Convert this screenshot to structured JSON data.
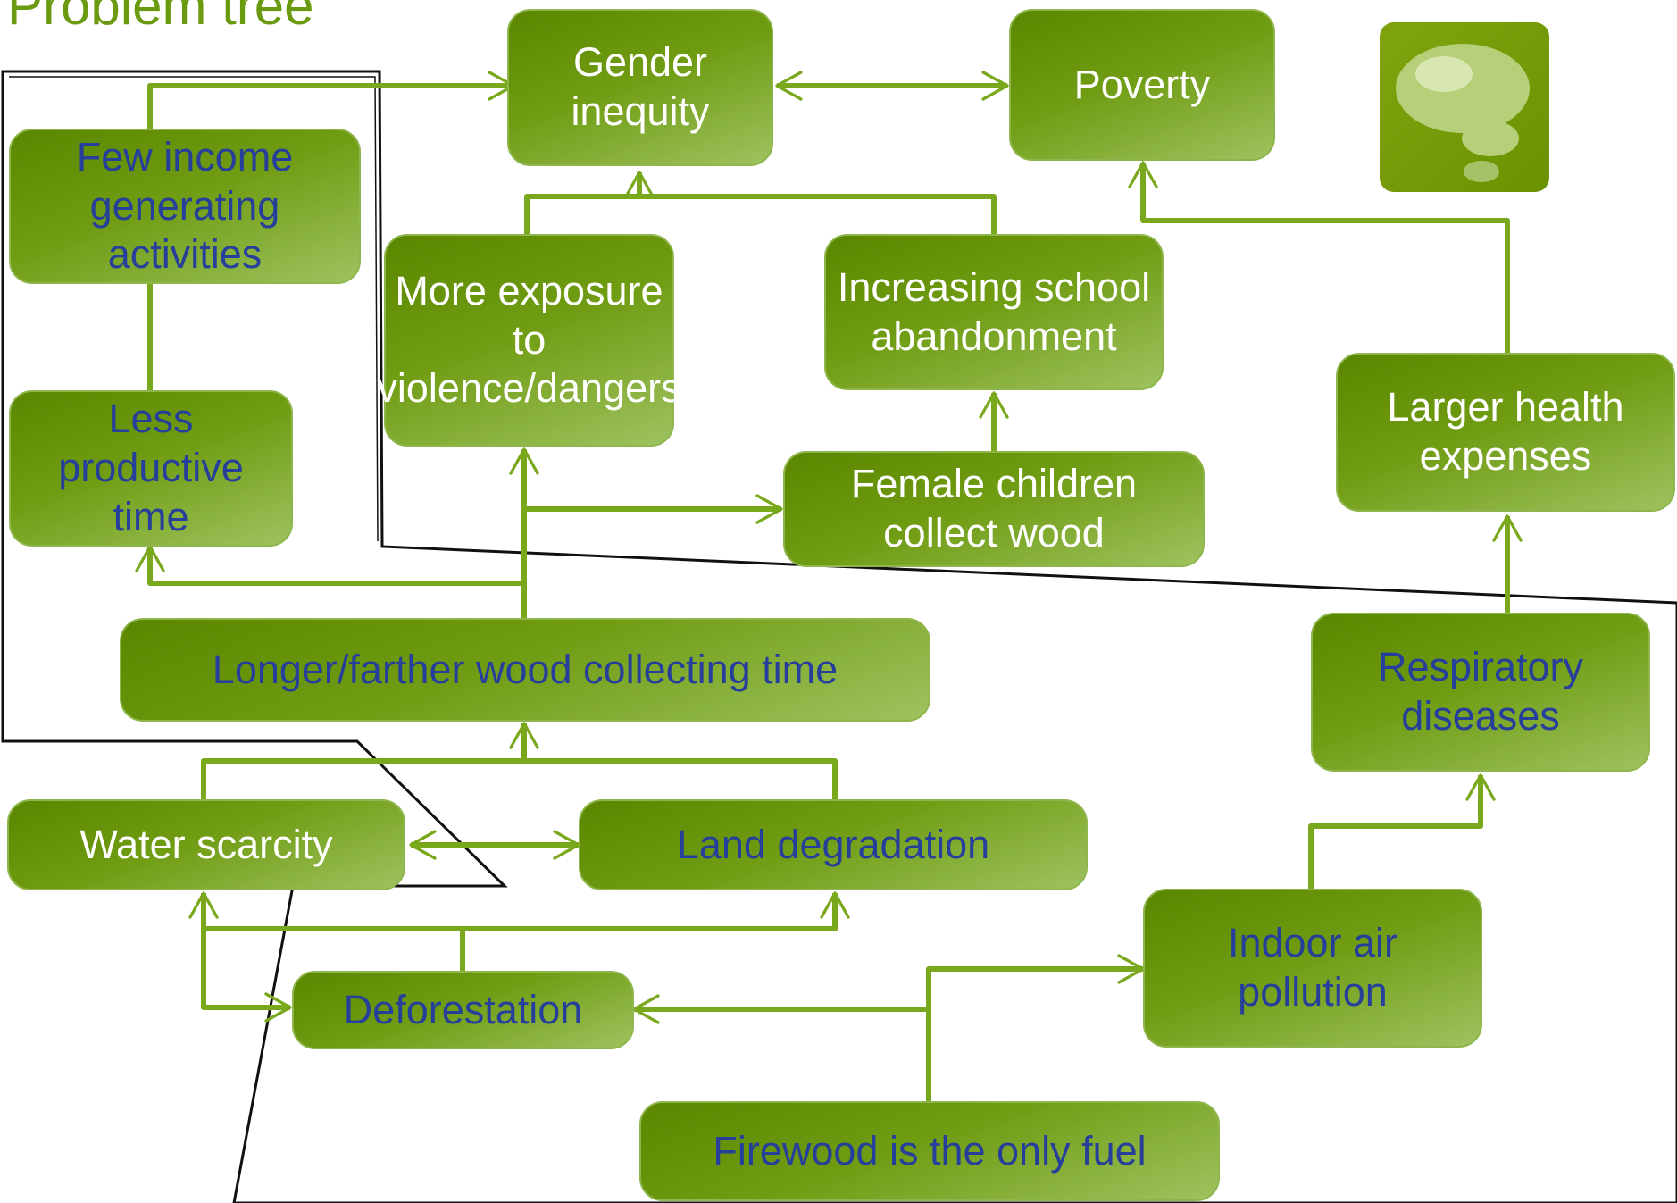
{
  "title": "Problem tree",
  "nodes": {
    "gender_inequity": "Gender inequity",
    "poverty": "Poverty",
    "few_income": "Few income generating activities",
    "more_exposure": "More exposure to violence/dangers",
    "increasing_school": "Increasing school abandonment",
    "less_productive": "Less productive time",
    "female_children": "Female children collect wood",
    "larger_health": "Larger health expenses",
    "longer_wood": "Longer/farther wood collecting time",
    "respiratory": "Respiratory diseases",
    "water_scarcity": "Water scarcity",
    "land_degradation": "Land degradation",
    "indoor_air": "Indoor air pollution",
    "deforestation": "Deforestation",
    "firewood": "Firewood is the only fuel"
  },
  "colors": {
    "box_dark": "#5b8700",
    "box_light": "#9ec25f",
    "arrow": "#7aa81c",
    "text_white": "#ffffff",
    "text_blue": "#263f9a",
    "title": "#6a9a10"
  }
}
